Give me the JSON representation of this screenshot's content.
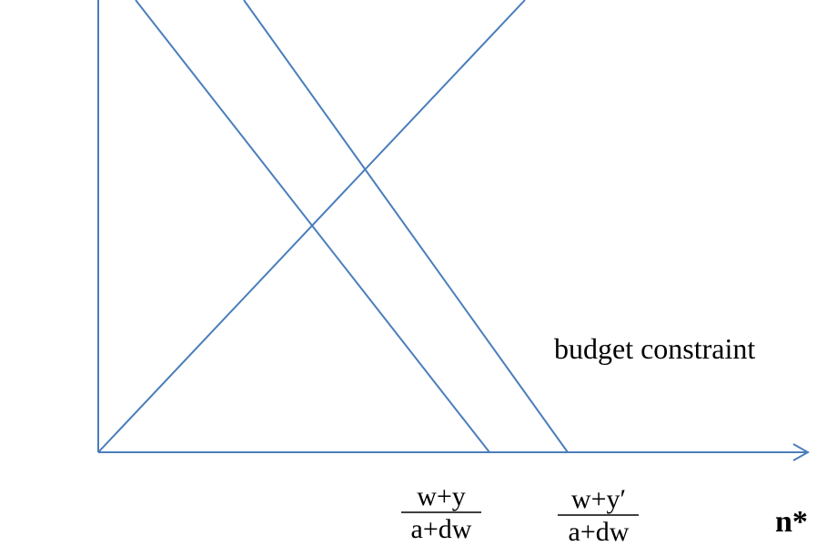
{
  "diagram": {
    "annotation": "budget constraint",
    "x_axis_label": "n*",
    "intercept_1": {
      "numerator": "w+y",
      "denominator": "a+dw"
    },
    "intercept_2": {
      "numerator": "w+y′",
      "denominator": "a+dw"
    },
    "line_color": "#4a7ebb",
    "text_color": "#000000"
  }
}
